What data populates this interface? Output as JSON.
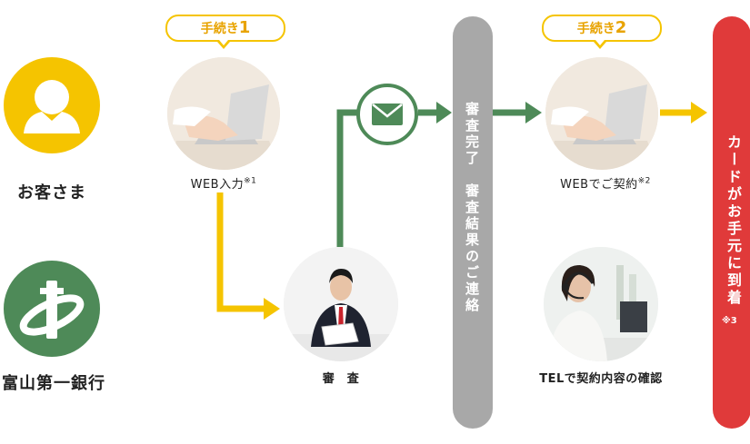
{
  "actors": {
    "customer_label": "お客さま",
    "bank_label": "富山第一銀行"
  },
  "steps": {
    "step1": {
      "prefix": "手続き",
      "number": "1"
    },
    "step2": {
      "prefix": "手続き",
      "number": "2"
    }
  },
  "nodes": {
    "web_input": {
      "label": "WEB入力",
      "note": "※1"
    },
    "review": {
      "label": "審　査"
    },
    "web_contract": {
      "label": "WEBでご契約",
      "note": "※2"
    },
    "tel_confirm": {
      "label": "TELで契約内容の確認"
    }
  },
  "bars": {
    "review_complete": "審査完了　審査結果のご連絡",
    "card_arrival": "カードがお手元に到着",
    "card_arrival_note": "※3"
  },
  "colors": {
    "yellow": "#f5c400",
    "green": "#4e8a58",
    "gray": "#a8a8a8",
    "red": "#e03a3a"
  },
  "icons": {
    "customer": "person-icon",
    "bank": "bank-logo",
    "mail": "envelope-icon"
  }
}
